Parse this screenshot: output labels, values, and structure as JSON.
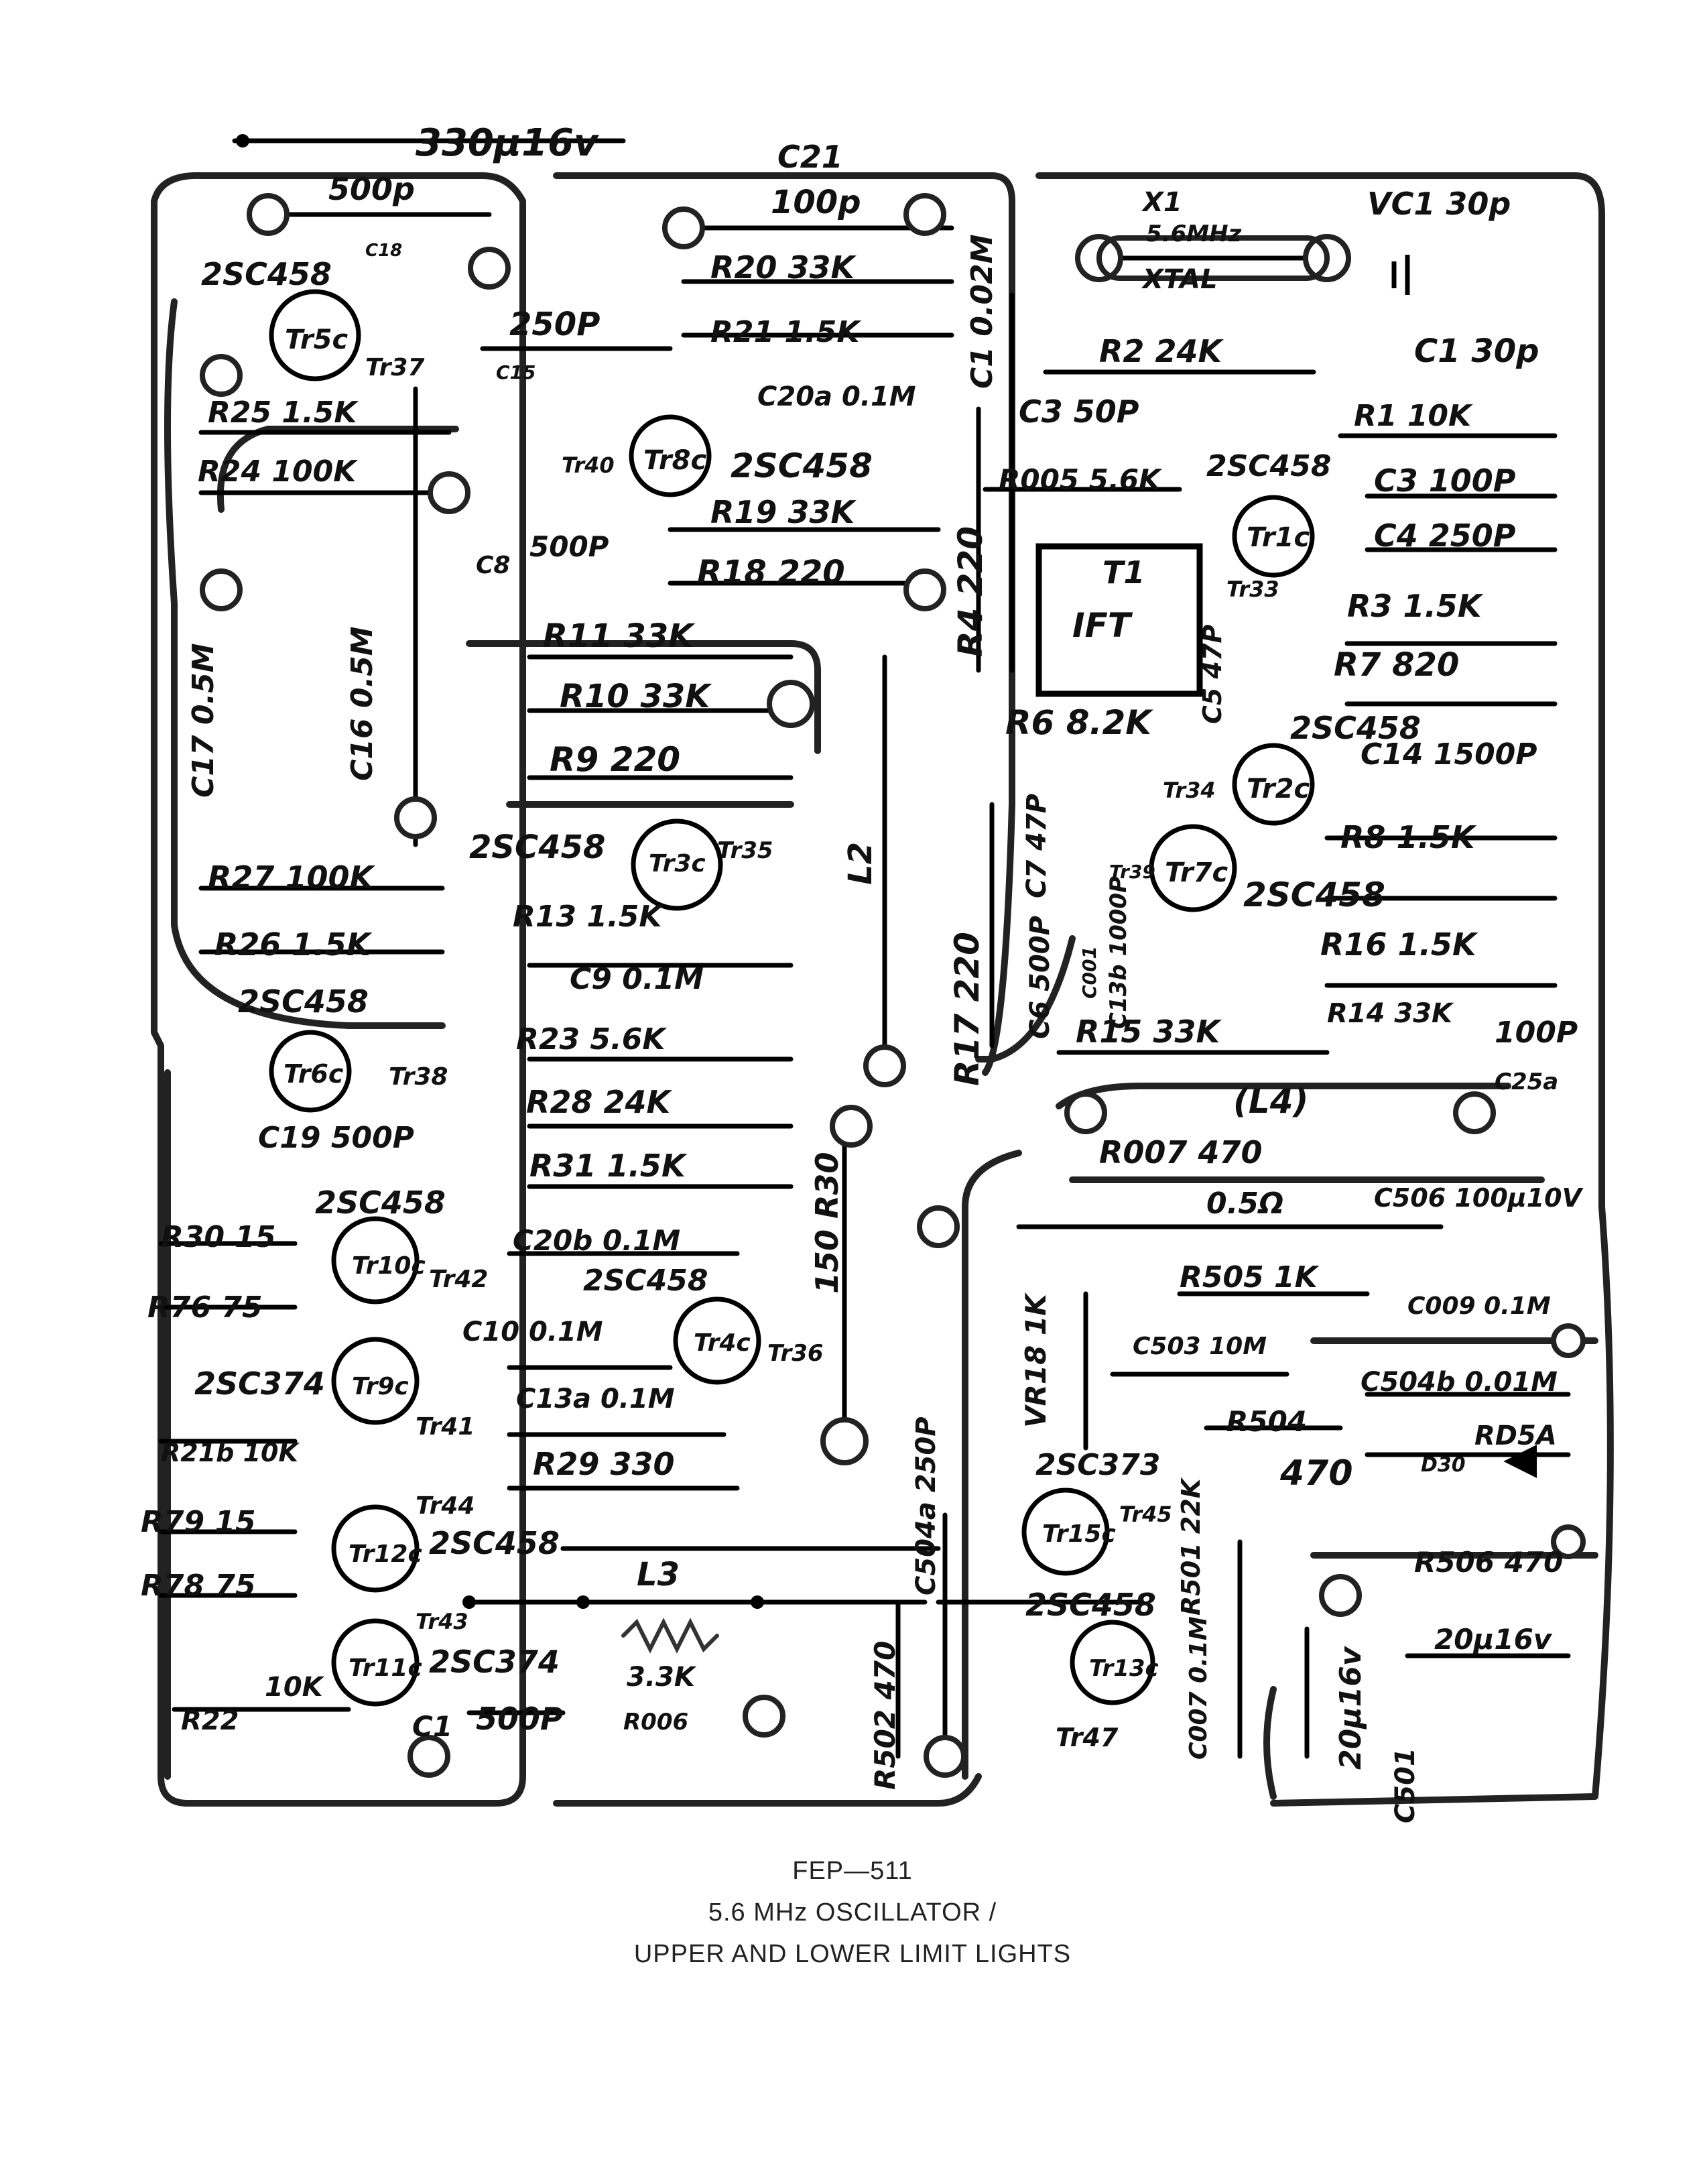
{
  "caption": {
    "line1": "FEP—511",
    "line2": "5.6 MHz OSCILLATOR /",
    "line3": "UPPER AND LOWER LIMIT LIGHTS"
  },
  "labels": [
    {
      "id": "l01",
      "text": "330μ16v"
    },
    {
      "id": "l02",
      "text": "C21"
    },
    {
      "id": "l03",
      "text": "100p"
    },
    {
      "id": "l04",
      "text": "500p"
    },
    {
      "id": "l05",
      "text": "C18"
    },
    {
      "id": "l06",
      "text": "2SC458"
    },
    {
      "id": "l07",
      "text": "Tr5c"
    },
    {
      "id": "l08",
      "text": "Tr37"
    },
    {
      "id": "l09",
      "text": "250P"
    },
    {
      "id": "l10",
      "text": "C15"
    },
    {
      "id": "l11",
      "text": "R20 33K"
    },
    {
      "id": "l12",
      "text": "R21 1.5K"
    },
    {
      "id": "l13",
      "text": "C20a 0.1M"
    },
    {
      "id": "l14",
      "text": "C1 0.02M"
    },
    {
      "id": "l15",
      "text": "X1"
    },
    {
      "id": "l16",
      "text": "5.6MHz"
    },
    {
      "id": "l17",
      "text": "XTAL"
    },
    {
      "id": "l18",
      "text": "VC1 30p"
    },
    {
      "id": "l19",
      "text": "R2 24K"
    },
    {
      "id": "l20",
      "text": "C1 30p"
    },
    {
      "id": "l21",
      "text": "R25 1.5K"
    },
    {
      "id": "l22",
      "text": "R24 100K"
    },
    {
      "id": "l23",
      "text": "Tr40"
    },
    {
      "id": "l24",
      "text": "Tr8c"
    },
    {
      "id": "l25",
      "text": "2SC458"
    },
    {
      "id": "l26",
      "text": "C3 50P"
    },
    {
      "id": "l27",
      "text": "R1 10K"
    },
    {
      "id": "l28",
      "text": "R005 5.6K"
    },
    {
      "id": "l29",
      "text": "2SC458"
    },
    {
      "id": "l30",
      "text": "C3 100P"
    },
    {
      "id": "l31",
      "text": "R19 33K"
    },
    {
      "id": "l32",
      "text": "R18 220"
    },
    {
      "id": "l33",
      "text": "R4 220"
    },
    {
      "id": "l34",
      "text": "Tr1c"
    },
    {
      "id": "l35",
      "text": "C4 250P"
    },
    {
      "id": "l36",
      "text": "C8"
    },
    {
      "id": "l37",
      "text": "500P"
    },
    {
      "id": "l38",
      "text": "T1"
    },
    {
      "id": "l39",
      "text": "IFT"
    },
    {
      "id": "l40",
      "text": "Tr33"
    },
    {
      "id": "l41",
      "text": "R3 1.5K"
    },
    {
      "id": "l42",
      "text": "C17 0.5M"
    },
    {
      "id": "l43",
      "text": "C16 0.5M"
    },
    {
      "id": "l44",
      "text": "R11 33K"
    },
    {
      "id": "l45",
      "text": "R10 33K"
    },
    {
      "id": "l46",
      "text": "R9 220"
    },
    {
      "id": "l47",
      "text": "C5 47P"
    },
    {
      "id": "l48",
      "text": "R7 820"
    },
    {
      "id": "l49",
      "text": "R6 8.2K"
    },
    {
      "id": "l50",
      "text": "2SC458"
    },
    {
      "id": "l51",
      "text": "C14 1500P"
    },
    {
      "id": "l52",
      "text": "Tr34"
    },
    {
      "id": "l53",
      "text": "Tr2c"
    },
    {
      "id": "l54",
      "text": "2SC458"
    },
    {
      "id": "l55",
      "text": "Tr3c"
    },
    {
      "id": "l56",
      "text": "Tr35"
    },
    {
      "id": "l57",
      "text": "L2"
    },
    {
      "id": "l58",
      "text": "C7 47P"
    },
    {
      "id": "l59",
      "text": "Tr39"
    },
    {
      "id": "l60",
      "text": "Tr7c"
    },
    {
      "id": "l61",
      "text": "R8 1.5K"
    },
    {
      "id": "l62",
      "text": "2SC458"
    },
    {
      "id": "l63",
      "text": "R27 100K"
    },
    {
      "id": "l64",
      "text": "R13 1.5K"
    },
    {
      "id": "l65",
      "text": "R26 1.5K"
    },
    {
      "id": "l66",
      "text": "R17 220"
    },
    {
      "id": "l67",
      "text": "C6 500P"
    },
    {
      "id": "l68",
      "text": "C001"
    },
    {
      "id": "l69",
      "text": "C13b 1000P"
    },
    {
      "id": "l70",
      "text": "R16 1.5K"
    },
    {
      "id": "l71",
      "text": "C9 0.1M"
    },
    {
      "id": "l72",
      "text": "2SC458"
    },
    {
      "id": "l73",
      "text": "R14 33K"
    },
    {
      "id": "l74",
      "text": "R15 33K"
    },
    {
      "id": "l75",
      "text": "100P"
    },
    {
      "id": "l76",
      "text": "C25a"
    },
    {
      "id": "l77",
      "text": "R23 5.6K"
    },
    {
      "id": "l78",
      "text": "Tr6c"
    },
    {
      "id": "l79",
      "text": "Tr38"
    },
    {
      "id": "l80",
      "text": "R28 24K"
    },
    {
      "id": "l81",
      "text": "(L4)"
    },
    {
      "id": "l82",
      "text": "R007 470"
    },
    {
      "id": "l83",
      "text": "C19 500P"
    },
    {
      "id": "l84",
      "text": "R31 1.5K"
    },
    {
      "id": "l85",
      "text": "150 R30"
    },
    {
      "id": "l86",
      "text": "0.5Ω"
    },
    {
      "id": "l87",
      "text": "C506 100μ10V"
    },
    {
      "id": "l88",
      "text": "2SC458"
    },
    {
      "id": "l89",
      "text": "R30 15"
    },
    {
      "id": "l90",
      "text": "Tr10c"
    },
    {
      "id": "l91",
      "text": "Tr42"
    },
    {
      "id": "l92",
      "text": "C20b 0.1M"
    },
    {
      "id": "l93",
      "text": "2SC458"
    },
    {
      "id": "l94",
      "text": "R505 1K"
    },
    {
      "id": "l95",
      "text": "C009 0.1M"
    },
    {
      "id": "l96",
      "text": "R76 75"
    },
    {
      "id": "l97",
      "text": "C10 0.1M"
    },
    {
      "id": "l98",
      "text": "Tr4c"
    },
    {
      "id": "l99",
      "text": "Tr36"
    },
    {
      "id": "l100",
      "text": "VR18 1K"
    },
    {
      "id": "l101",
      "text": "C503 10M"
    },
    {
      "id": "l102",
      "text": "2SC374"
    },
    {
      "id": "l103",
      "text": "Tr9c"
    },
    {
      "id": "l104",
      "text": "C504b 0.01M"
    },
    {
      "id": "l105",
      "text": "Tr41"
    },
    {
      "id": "l106",
      "text": "C13a 0.1M"
    },
    {
      "id": "l107",
      "text": "R504"
    },
    {
      "id": "l108",
      "text": "470"
    },
    {
      "id": "l109",
      "text": "RD5A"
    },
    {
      "id": "l110",
      "text": "R21b 10K"
    },
    {
      "id": "l111",
      "text": "R29 330"
    },
    {
      "id": "l112",
      "text": "2SC373"
    },
    {
      "id": "l113",
      "text": "D30"
    },
    {
      "id": "l114",
      "text": "R79 15"
    },
    {
      "id": "l115",
      "text": "Tr44"
    },
    {
      "id": "l116",
      "text": "Tr12c"
    },
    {
      "id": "l117",
      "text": "2SC458"
    },
    {
      "id": "l118",
      "text": "C504a 250P"
    },
    {
      "id": "l119",
      "text": "Tr15c"
    },
    {
      "id": "l120",
      "text": "Tr45"
    },
    {
      "id": "l121",
      "text": "R501 22K"
    },
    {
      "id": "l122",
      "text": "R506 470"
    },
    {
      "id": "l123",
      "text": "R78 75"
    },
    {
      "id": "l124",
      "text": "L3"
    },
    {
      "id": "l125",
      "text": "2SC458"
    },
    {
      "id": "l126",
      "text": "Tr43"
    },
    {
      "id": "l127",
      "text": "Tr11c"
    },
    {
      "id": "l128",
      "text": "2SC374"
    },
    {
      "id": "l129",
      "text": "20μ16v"
    },
    {
      "id": "l130",
      "text": "10K"
    },
    {
      "id": "l131",
      "text": "3.3K"
    },
    {
      "id": "l132",
      "text": "Tr13c"
    },
    {
      "id": "l133",
      "text": "C007 0.1M"
    },
    {
      "id": "l134",
      "text": "20μ16v"
    },
    {
      "id": "l135",
      "text": "R22"
    },
    {
      "id": "l136",
      "text": "C1"
    },
    {
      "id": "l137",
      "text": "500P"
    },
    {
      "id": "l138",
      "text": "R006"
    },
    {
      "id": "l139",
      "text": "R502 470"
    },
    {
      "id": "l140",
      "text": "Tr47"
    },
    {
      "id": "l141",
      "text": "C501"
    }
  ]
}
